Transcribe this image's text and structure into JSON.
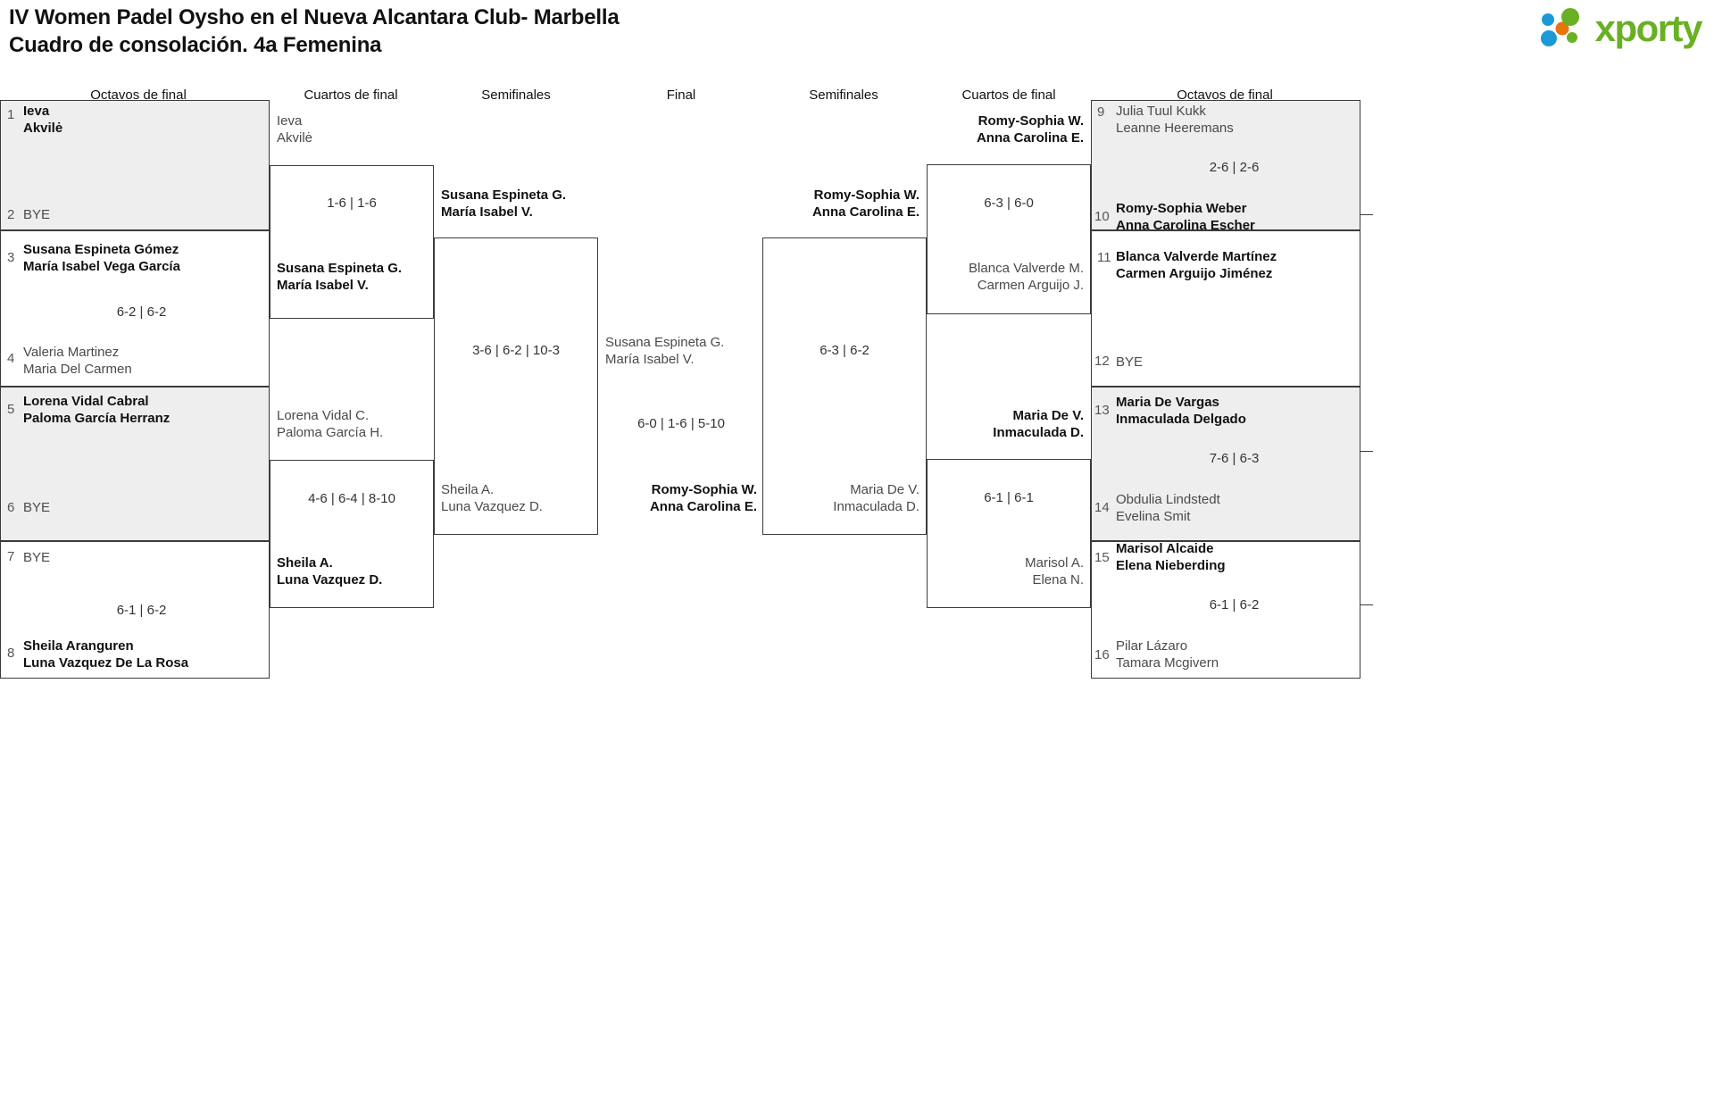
{
  "header": {
    "title": "IV Women Padel Oysho en el Nueva Alcantara Club- Marbella\nCuadro de consolación. 4a Femenina",
    "logo_text": "xporty",
    "logo_colors": {
      "green": "#6ab023",
      "blue": "#1b9ad6",
      "orange": "#e8740c"
    }
  },
  "round_headers": [
    {
      "label": "Octavos de final"
    },
    {
      "label": "Cuartos de final"
    },
    {
      "label": "Semifinales"
    },
    {
      "label": "Final"
    },
    {
      "label": "Semifinales"
    },
    {
      "label": "Cuartos de final"
    },
    {
      "label": "Octavos de final"
    }
  ],
  "left": {
    "r16": [
      {
        "seed": "1",
        "name": "Ieva\nAkvilė",
        "result": "win"
      },
      {
        "seed": "2",
        "name": "BYE",
        "result": "lose"
      },
      {
        "seed": "3",
        "name": "Susana Espineta Gómez\nMaría Isabel Vega García",
        "result": "win"
      },
      {
        "seed": "4",
        "name": "Valeria Martinez\nMaria Del Carmen",
        "result": "lose"
      },
      {
        "seed": "5",
        "name": "Lorena Vidal Cabral\nPaloma García Herranz",
        "result": "win"
      },
      {
        "seed": "6",
        "name": "BYE",
        "result": "lose"
      },
      {
        "seed": "7",
        "name": "BYE",
        "result": "lose"
      },
      {
        "seed": "8",
        "name": "Sheila Aranguren\nLuna Vazquez De La Rosa",
        "result": "win"
      }
    ],
    "r16_scores": [
      "",
      "6-2 | 6-2",
      "",
      "6-1 | 6-2"
    ],
    "qf": [
      {
        "name": "Ieva\nAkvilė",
        "result": "lose"
      },
      {
        "name": "Susana Espineta G.\nMaría Isabel V.",
        "result": "win"
      },
      {
        "name": "Lorena Vidal C.\nPaloma García H.",
        "result": "lose"
      },
      {
        "name": "Sheila A.\nLuna Vazquez D.",
        "result": "win"
      }
    ],
    "qf_scores": [
      "1-6 | 1-6",
      "4-6 | 6-4 | 8-10"
    ],
    "sf": [
      {
        "name": "Susana Espineta G.\nMaría Isabel V.",
        "result": "win"
      },
      {
        "name": "Sheila A.\nLuna Vazquez D.",
        "result": "lose"
      }
    ],
    "sf_scores": [
      "3-6 | 6-2 | 10-3"
    ]
  },
  "final": {
    "top": {
      "name": "Susana Espineta G.\nMaría Isabel V.",
      "result": "lose"
    },
    "bottom": {
      "name": "Romy-Sophia W.\nAnna Carolina E.",
      "result": "win"
    },
    "score": "6-0 | 1-6 | 5-10"
  },
  "right": {
    "sf": [
      {
        "name": "Romy-Sophia W.\nAnna Carolina E.",
        "result": "win"
      },
      {
        "name": "Maria De V.\nInmaculada D.",
        "result": "lose"
      }
    ],
    "sf_scores": [
      "6-3 | 6-2"
    ],
    "qf": [
      {
        "name": "Romy-Sophia W.\nAnna Carolina E.",
        "result": "win"
      },
      {
        "name": "Blanca Valverde M.\nCarmen Arguijo J.",
        "result": "lose"
      },
      {
        "name": "Maria De V.\nInmaculada D.",
        "result": "win"
      },
      {
        "name": "Marisol A.\nElena N.",
        "result": "lose"
      }
    ],
    "qf_scores": [
      "6-3 | 6-0",
      "6-1 | 6-1"
    ],
    "r16": [
      {
        "seed": "9",
        "name": "Julia Tuul Kukk\nLeanne Heeremans",
        "result": "lose"
      },
      {
        "seed": "10",
        "name": "Romy-Sophia Weber\nAnna Carolina Escher",
        "result": "win"
      },
      {
        "seed": "11",
        "name": "Blanca Valverde Martínez\nCarmen Arguijo Jiménez",
        "result": "win"
      },
      {
        "seed": "12",
        "name": "BYE",
        "result": "lose"
      },
      {
        "seed": "13",
        "name": "Maria De Vargas\nInmaculada Delgado",
        "result": "win"
      },
      {
        "seed": "14",
        "name": "Obdulia Lindstedt\nEvelina Smit",
        "result": "lose"
      },
      {
        "seed": "15",
        "name": "Marisol Alcaide\nElena Nieberding",
        "result": "win"
      },
      {
        "seed": "16",
        "name": "Pilar Lázaro\nTamara Mcgivern",
        "result": "lose"
      }
    ],
    "r16_scores": [
      "2-6 | 2-6",
      "",
      "7-6 | 6-3",
      "6-1 | 6-2"
    ]
  }
}
